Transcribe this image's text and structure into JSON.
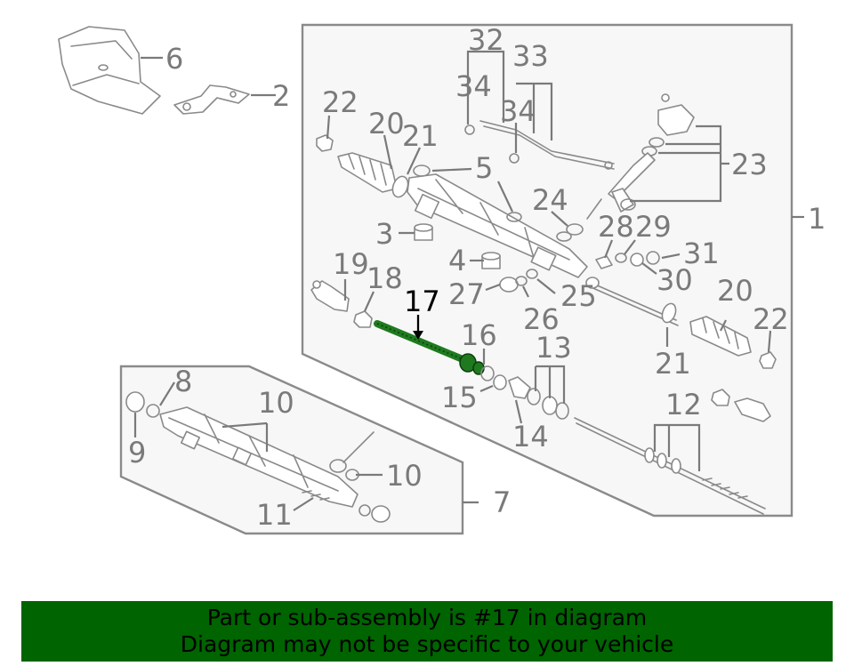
{
  "callouts": {
    "n1": "1",
    "n2": "2",
    "n3": "3",
    "n4": "4",
    "n5": "5",
    "n6": "6",
    "n7": "7",
    "n8": "8",
    "n9": "9",
    "n10a": "10",
    "n10b": "10",
    "n11": "11",
    "n12": "12",
    "n13": "13",
    "n14": "14",
    "n15": "15",
    "n16": "16",
    "n17": "17",
    "n18": "18",
    "n19": "19",
    "n20a": "20",
    "n20b": "20",
    "n21a": "21",
    "n21b": "21",
    "n22a": "22",
    "n22b": "22",
    "n23": "23",
    "n24": "24",
    "n25": "25",
    "n26": "26",
    "n27": "27",
    "n28": "28",
    "n29": "29",
    "n30": "30",
    "n31": "31",
    "n32": "32",
    "n33": "33",
    "n34a": "34",
    "n34b": "34"
  },
  "banner": {
    "line1": "Part or sub-assembly is #17 in diagram",
    "line2": "Diagram may not be specific to your vehicle",
    "color": "#006400"
  },
  "highlight": {
    "part": "17",
    "color": "#1f7a1f"
  }
}
